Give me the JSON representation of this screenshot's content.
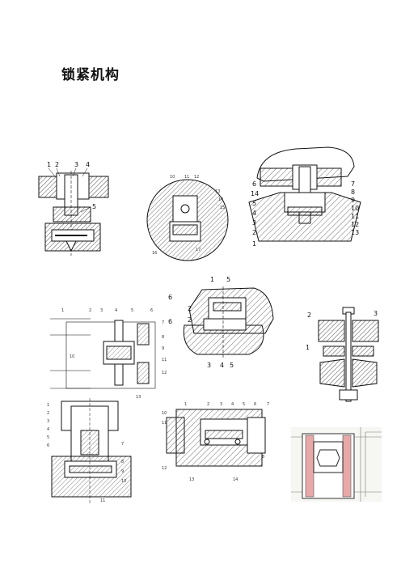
{
  "document": {
    "title": "锁紧机构"
  },
  "figures": [
    {
      "id": "fig1",
      "callouts": [
        "1",
        "2",
        "3",
        "4",
        "5"
      ]
    },
    {
      "id": "fig2",
      "callouts": [
        "10",
        "11",
        "12",
        "13",
        "14",
        "15",
        "16",
        "17"
      ]
    },
    {
      "id": "fig3",
      "callouts": [
        "7",
        "8",
        "9",
        "10",
        "11",
        "12",
        "13",
        "6",
        "14",
        "5",
        "4",
        "3",
        "2",
        "1"
      ]
    },
    {
      "id": "fig4",
      "callouts": [
        "1",
        "2",
        "3",
        "4",
        "5",
        "6",
        "7",
        "8",
        "9",
        "10",
        "11",
        "12",
        "13"
      ]
    },
    {
      "id": "fig5",
      "callouts": [
        "1",
        "5",
        "6",
        "2",
        "2",
        "6",
        "3",
        "4",
        "5"
      ]
    },
    {
      "id": "fig6",
      "callouts": [
        "2",
        "3",
        "1"
      ]
    },
    {
      "id": "fig7",
      "callouts": [
        "1",
        "2",
        "3",
        "4",
        "5",
        "6",
        "7",
        "8",
        "9",
        "10",
        "11"
      ]
    },
    {
      "id": "fig8",
      "callouts": [
        "1",
        "2",
        "3",
        "4",
        "5",
        "6",
        "7",
        "10",
        "11",
        "12",
        "13",
        "14",
        "8"
      ]
    },
    {
      "id": "fig9",
      "callouts": []
    }
  ]
}
